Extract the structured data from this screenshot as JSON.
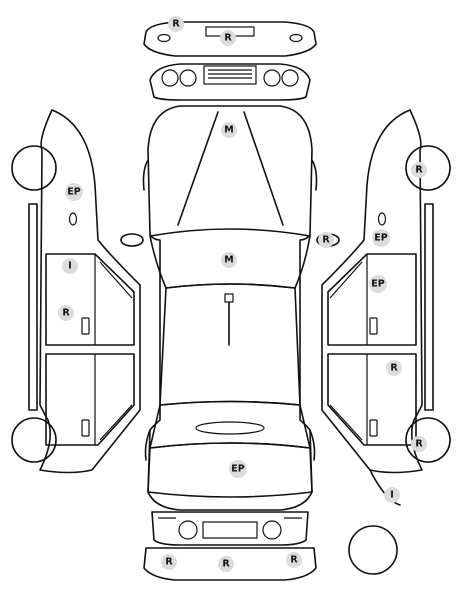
{
  "markers": [
    {
      "id": "rear-bumper-top",
      "code": "R"
    },
    {
      "id": "rear-plate",
      "code": "R"
    },
    {
      "id": "hood",
      "code": "M"
    },
    {
      "id": "windshield",
      "code": "M"
    },
    {
      "id": "right-mirror",
      "code": "R"
    },
    {
      "id": "left-front-fender",
      "code": "EP"
    },
    {
      "id": "left-front-door",
      "code": "I"
    },
    {
      "id": "left-front-door-lower",
      "code": "R"
    },
    {
      "id": "right-front-wheel",
      "code": "R"
    },
    {
      "id": "right-front-fender",
      "code": "EP"
    },
    {
      "id": "right-front-door",
      "code": "EP"
    },
    {
      "id": "right-rear-door",
      "code": "R"
    },
    {
      "id": "right-rear-wheel",
      "code": "R"
    },
    {
      "id": "right-rear-quarter",
      "code": "I"
    },
    {
      "id": "trunk-lid",
      "code": "EP"
    },
    {
      "id": "front-bumper-left",
      "code": "R"
    },
    {
      "id": "front-bumper-center",
      "code": "R"
    },
    {
      "id": "front-bumper-right",
      "code": "R"
    }
  ],
  "colors": {
    "line": "#111111",
    "marker_fill": "#dcdcdc"
  }
}
